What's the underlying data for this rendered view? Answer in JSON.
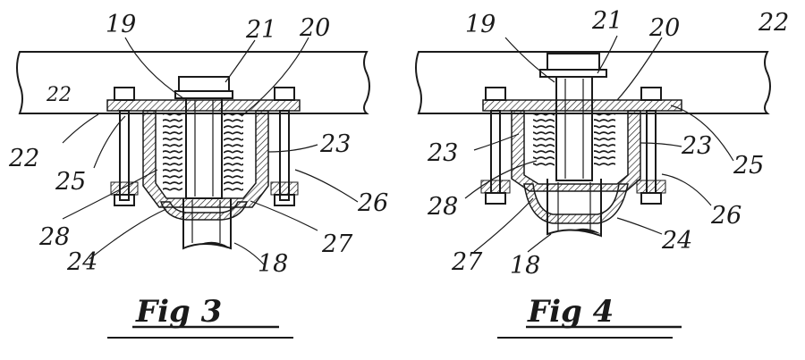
{
  "figures": [
    {
      "caption": "Fig 3",
      "labels": [
        "19",
        "21",
        "20",
        "22",
        "22",
        "25",
        "23",
        "26",
        "28",
        "27",
        "24",
        "18"
      ]
    },
    {
      "caption": "Fig 4",
      "labels": [
        "19",
        "21",
        "20",
        "22",
        "23",
        "23",
        "25",
        "28",
        "26",
        "27",
        "24",
        "18"
      ]
    }
  ]
}
